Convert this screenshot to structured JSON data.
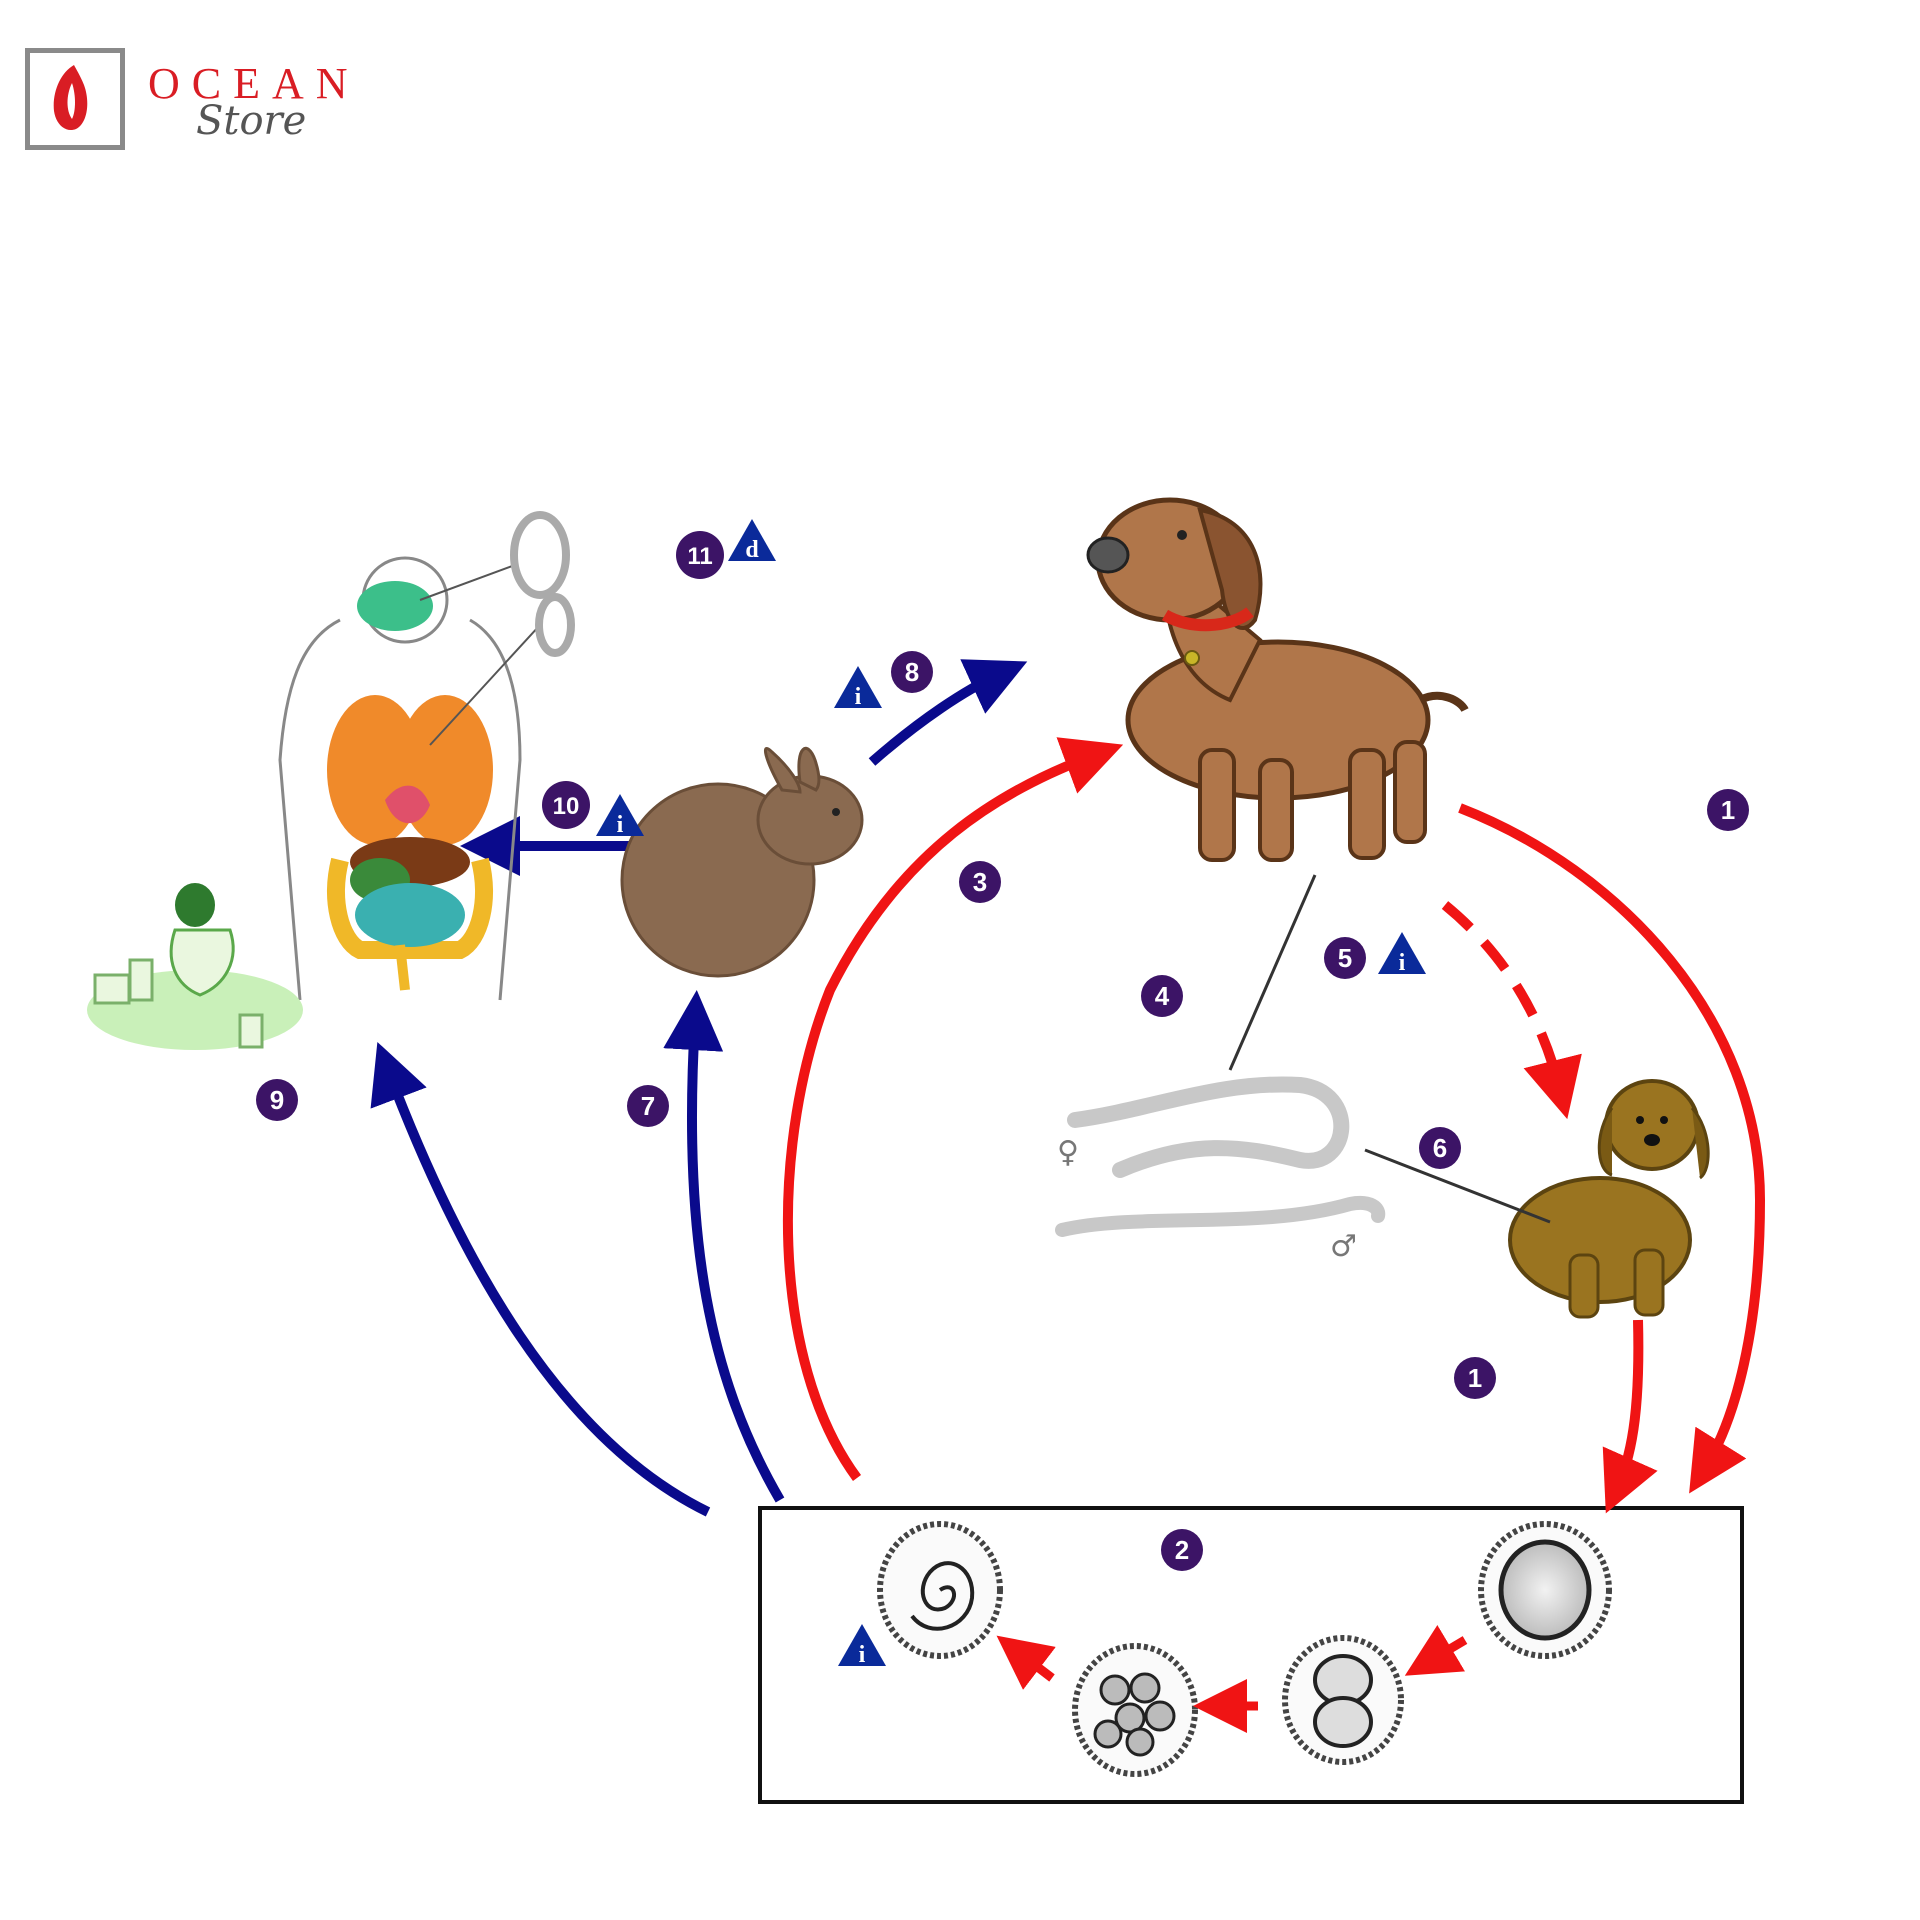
{
  "logo": {
    "brand": "OCEAN",
    "sub": "Store",
    "mark_color": "#d91d24"
  },
  "diagram": {
    "steps": [
      {
        "id": "s1a",
        "label": "1"
      },
      {
        "id": "s1b",
        "label": "1"
      },
      {
        "id": "s2",
        "label": "2"
      },
      {
        "id": "s3",
        "label": "3"
      },
      {
        "id": "s4",
        "label": "4"
      },
      {
        "id": "s5",
        "label": "5"
      },
      {
        "id": "s6",
        "label": "6"
      },
      {
        "id": "s7",
        "label": "7"
      },
      {
        "id": "s8",
        "label": "8"
      },
      {
        "id": "s9",
        "label": "9"
      },
      {
        "id": "s10",
        "label": "10"
      },
      {
        "id": "s11",
        "label": "11"
      }
    ],
    "info_markers": [
      "i",
      "i",
      "d",
      "i",
      "i"
    ],
    "sex_symbols": {
      "female": "♀",
      "male": "♂"
    },
    "colors": {
      "dog_cycle": "#f01414",
      "human_cycle": "#0a0a8c",
      "step_circle": "#3c1466",
      "info": "#0a2a9a"
    }
  }
}
